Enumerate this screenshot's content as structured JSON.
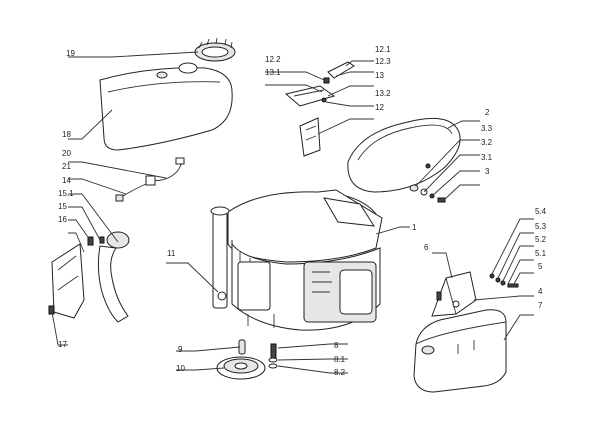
{
  "diagram": {
    "callouts": [
      {
        "id": "19",
        "text": "19"
      },
      {
        "id": "18",
        "text": "18"
      },
      {
        "id": "20",
        "text": "20"
      },
      {
        "id": "21",
        "text": "21"
      },
      {
        "id": "14",
        "text": "14"
      },
      {
        "id": "15_1",
        "text": "15.1"
      },
      {
        "id": "15",
        "text": "15"
      },
      {
        "id": "16",
        "text": "16"
      },
      {
        "id": "17",
        "text": "17"
      },
      {
        "id": "11",
        "text": "11"
      },
      {
        "id": "9",
        "text": "9"
      },
      {
        "id": "10",
        "text": "10"
      },
      {
        "id": "8",
        "text": "8"
      },
      {
        "id": "8_1",
        "text": "8.1"
      },
      {
        "id": "8_2",
        "text": "8.2"
      },
      {
        "id": "12_2",
        "text": "12.2"
      },
      {
        "id": "13_1",
        "text": "13.1"
      },
      {
        "id": "12_1",
        "text": "12.1"
      },
      {
        "id": "12_3",
        "text": "12.3"
      },
      {
        "id": "13",
        "text": "13"
      },
      {
        "id": "13_2",
        "text": "13.2"
      },
      {
        "id": "12",
        "text": "12"
      },
      {
        "id": "2",
        "text": "2"
      },
      {
        "id": "3_3",
        "text": "3.3"
      },
      {
        "id": "3_2",
        "text": "3.2"
      },
      {
        "id": "3_1",
        "text": "3.1"
      },
      {
        "id": "3",
        "text": "3"
      },
      {
        "id": "1",
        "text": "1"
      },
      {
        "id": "5_4",
        "text": "5.4"
      },
      {
        "id": "5_3",
        "text": "5.3"
      },
      {
        "id": "5_2",
        "text": "5.2"
      },
      {
        "id": "5_1",
        "text": "5.1"
      },
      {
        "id": "5",
        "text": "5"
      },
      {
        "id": "6",
        "text": "6"
      },
      {
        "id": "4",
        "text": "4"
      },
      {
        "id": "7",
        "text": "7"
      }
    ]
  }
}
